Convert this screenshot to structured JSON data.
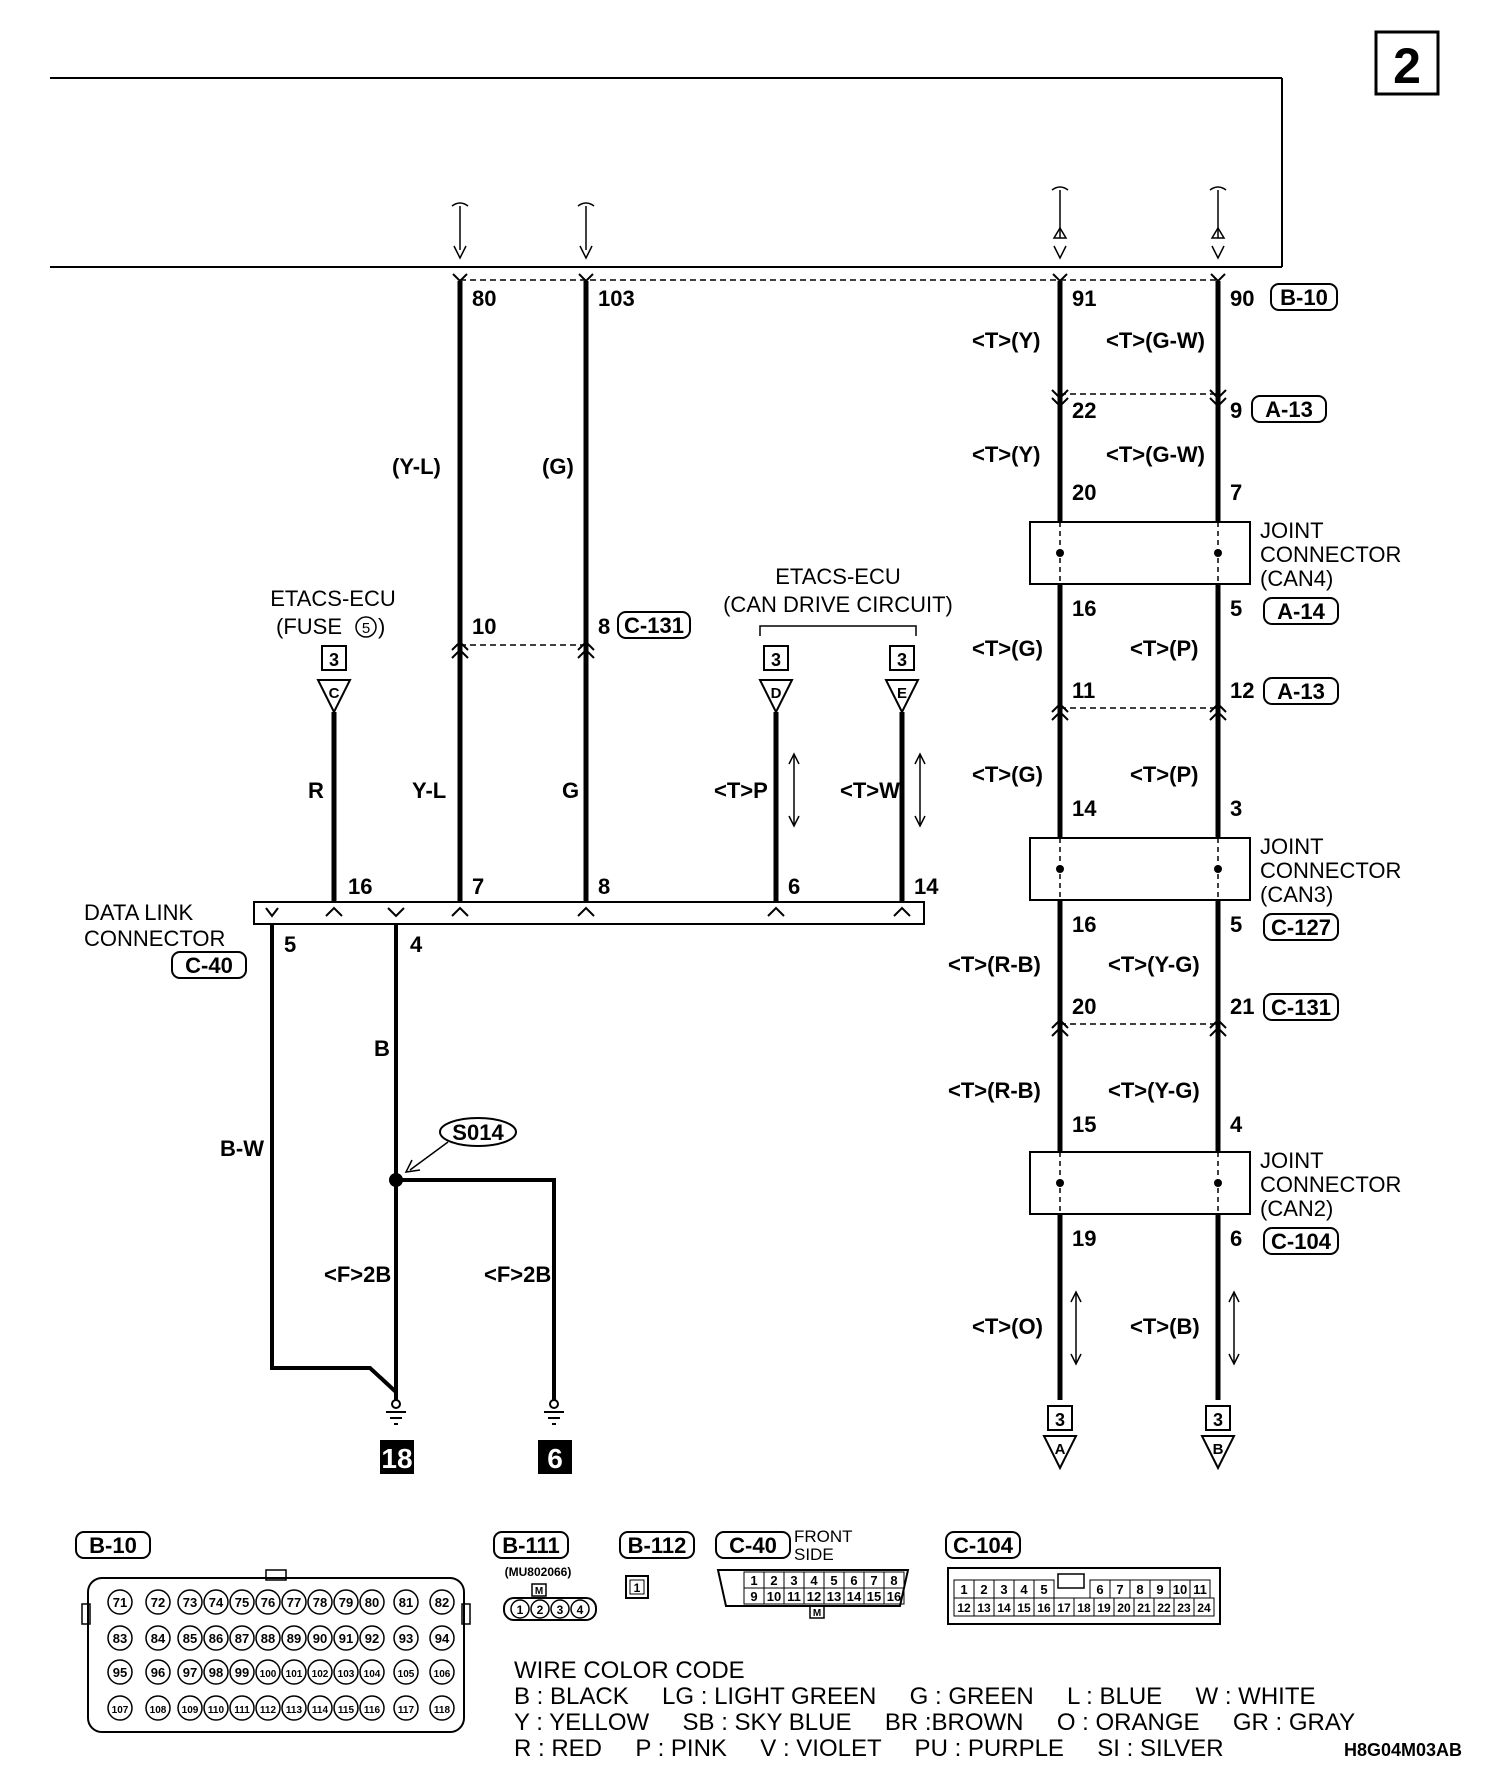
{
  "page_number": "2",
  "diagram_code": "H8G04M03AB",
  "ecu_pins": {
    "p80": "80",
    "p103": "103",
    "p91": "91",
    "p90": "90",
    "conn": "B-10"
  },
  "wire_labels": {
    "yl_paren": "(Y-L)",
    "g_paren": "(G)",
    "t_y": "<T>(Y)",
    "t_gw": "<T>(G-W)",
    "t_g": "<T>(G)",
    "t_p": "<T>(P)",
    "t_rb": "<T>(R-B)",
    "t_yg": "<T>(Y-G)",
    "t_o": "<T>(O)",
    "t_b": "<T>(B)",
    "r": "R",
    "yl": "Y-L",
    "g": "G",
    "tp": "<T>P",
    "tw": "<T>W",
    "b": "B",
    "bw": "B-W",
    "f2b": "<F>2B"
  },
  "pins": {
    "p22": "22",
    "p9": "9",
    "a13": "A-13",
    "p20a": "20",
    "p7a": "7",
    "p16a": "16",
    "p5a": "5",
    "a14": "A-14",
    "p11": "11",
    "p12": "12",
    "p14": "14",
    "p3": "3",
    "p16b": "16",
    "p5b": "5",
    "c127": "C-127",
    "p20b": "20",
    "p21": "21",
    "c131": "C-131",
    "p15": "15",
    "p4": "4",
    "p19": "19",
    "p6": "6",
    "c104": "C-104",
    "p10": "10",
    "p8": "8",
    "d16": "16",
    "d7": "7",
    "d8": "8",
    "d6": "6",
    "d14": "14",
    "d5": "5",
    "d4": "4"
  },
  "joints": {
    "j4": [
      "JOINT",
      "CONNECTOR",
      "(CAN4)"
    ],
    "j3": [
      "JOINT",
      "CONNECTOR",
      "(CAN3)"
    ],
    "j2": [
      "JOINT",
      "CONNECTOR",
      "(CAN2)"
    ]
  },
  "etacs_fuse": [
    "ETACS-ECU",
    "(FUSE",
    "5",
    ")"
  ],
  "etacs_can": [
    "ETACS-ECU",
    "(CAN DRIVE CIRCUIT)"
  ],
  "refs": {
    "page": "3",
    "c": "C",
    "d": "D",
    "e": "E",
    "a": "A",
    "b": "B"
  },
  "dlc": {
    "label1": "DATA LINK",
    "label2": "CONNECTOR",
    "conn": "C-40"
  },
  "splice": "S014",
  "grounds": {
    "g18": "18",
    "g6": "6"
  },
  "bottom": {
    "b10": "B-10",
    "b111": "B-111",
    "b111_part": "(MU802066)",
    "b112": "B-112",
    "c40": "C-40",
    "front": "FRONT",
    "side": "SIDE",
    "c104": "C-104",
    "m": "M",
    "one": "1",
    "b10_rows": [
      [
        "71",
        "72",
        "73",
        "74",
        "75",
        "76",
        "77",
        "78",
        "79",
        "80",
        "81",
        "82"
      ],
      [
        "83",
        "84",
        "85",
        "86",
        "87",
        "88",
        "89",
        "90",
        "91",
        "92",
        "93",
        "94"
      ],
      [
        "95",
        "96",
        "97",
        "98",
        "99",
        "100",
        "101",
        "102",
        "103",
        "104",
        "105",
        "106"
      ],
      [
        "107",
        "108",
        "109",
        "110",
        "111",
        "112",
        "113",
        "114",
        "115",
        "116",
        "117",
        "118"
      ]
    ],
    "b111_pins": [
      "1",
      "2",
      "3",
      "4"
    ],
    "c40_row1": [
      "1",
      "2",
      "3",
      "4",
      "5",
      "6",
      "7",
      "8"
    ],
    "c40_row2": [
      "9",
      "10",
      "11",
      "12",
      "13",
      "14",
      "15",
      "16"
    ],
    "c104_row1": [
      "1",
      "2",
      "3",
      "4",
      "5",
      "6",
      "7",
      "8",
      "9",
      "10",
      "11"
    ],
    "c104_row2": [
      "12",
      "13",
      "14",
      "15",
      "16",
      "17",
      "18",
      "19",
      "20",
      "21",
      "22",
      "23",
      "24"
    ]
  },
  "wire_color_code": {
    "title": "WIRE COLOR CODE",
    "line1": "B : BLACK     LG : LIGHT GREEN     G : GREEN     L : BLUE     W : WHITE",
    "line2": "Y : YELLOW     SB : SKY BLUE     BR :BROWN     O : ORANGE     GR : GRAY",
    "line3": "R : RED     P : PINK     V : VIOLET     PU : PURPLE     SI : SILVER"
  }
}
